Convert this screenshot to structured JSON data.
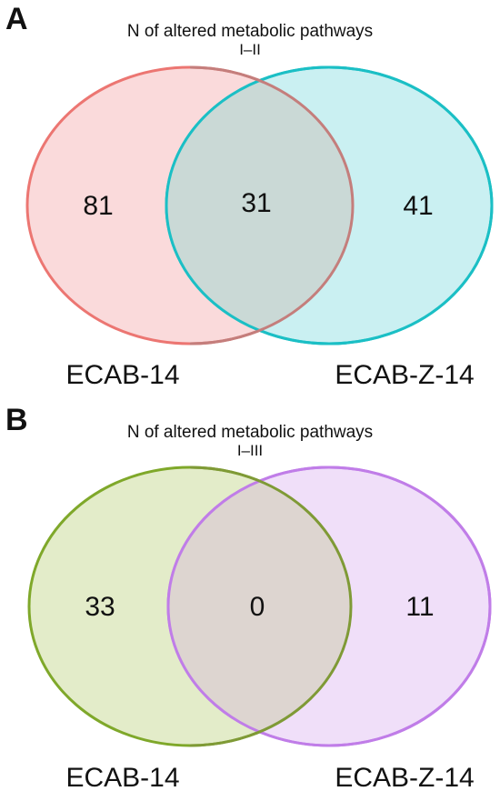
{
  "panels": [
    {
      "letter": "A",
      "title": "N of altered metabolic pathways",
      "subtitle": "I–II",
      "sets": [
        {
          "label": "ECAB-14",
          "count": "81",
          "fill": "#fadadb",
          "stroke": "#ec7672"
        },
        {
          "label": "ECAB-Z-14",
          "count": "41",
          "fill": "#caf0f2",
          "stroke": "#1bbfc5"
        }
      ],
      "intersection": {
        "count": "31",
        "fill": "#cad9d6",
        "stroke": "#c47e7c"
      }
    },
    {
      "letter": "B",
      "title": "N of altered metabolic pathways",
      "subtitle": "I–III",
      "sets": [
        {
          "label": "ECAB-14",
          "count": "33",
          "fill": "#e3ecc9",
          "stroke": "#7fa82a"
        },
        {
          "label": "ECAB-Z-14",
          "count": "11",
          "fill": "#f0dff9",
          "stroke": "#c07de8"
        }
      ],
      "intersection": {
        "count": "0",
        "fill": "#ddd5d0",
        "stroke": "#7f9a36"
      }
    }
  ]
}
